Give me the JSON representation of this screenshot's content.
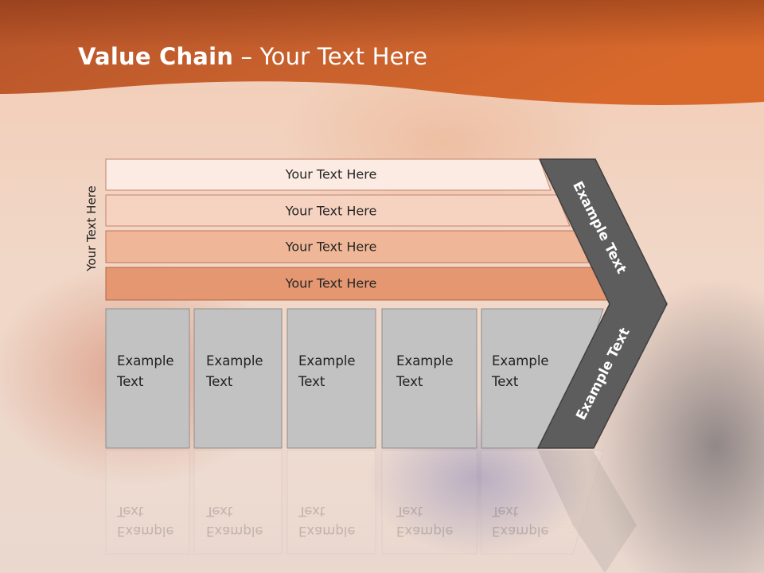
{
  "title": {
    "bold": "Value Chain",
    "rest": " – Your Text Here"
  },
  "side_label": "Your Text Here",
  "support_bars": [
    {
      "label": "Your Text Here",
      "fill": "#fbebe3",
      "stroke": "#c7826a"
    },
    {
      "label": "Your Text Here",
      "fill": "#f6d3c1",
      "stroke": "#c7826a"
    },
    {
      "label": "Your Text Here",
      "fill": "#efb797",
      "stroke": "#c27255"
    },
    {
      "label": "Your Text Here",
      "fill": "#e49770",
      "stroke": "#b56446"
    }
  ],
  "primary_boxes": [
    {
      "line1": "Example",
      "line2": "Text"
    },
    {
      "line1": "Example",
      "line2": "Text"
    },
    {
      "line1": "Example",
      "line2": "Text"
    },
    {
      "line1": "Example",
      "line2": "Text"
    },
    {
      "line1": "Example",
      "line2": "Text"
    }
  ],
  "chevron_upper": "Example Text",
  "chevron_lower": "Example Text",
  "colors": {
    "header_dark": "#a64a1c",
    "header_light": "#e07a40",
    "box_fill": "#c2c2c2",
    "box_stroke": "#8e8e8e",
    "chevron_fill": "#5d5d5d",
    "chevron_stroke": "#3f3f3f"
  }
}
